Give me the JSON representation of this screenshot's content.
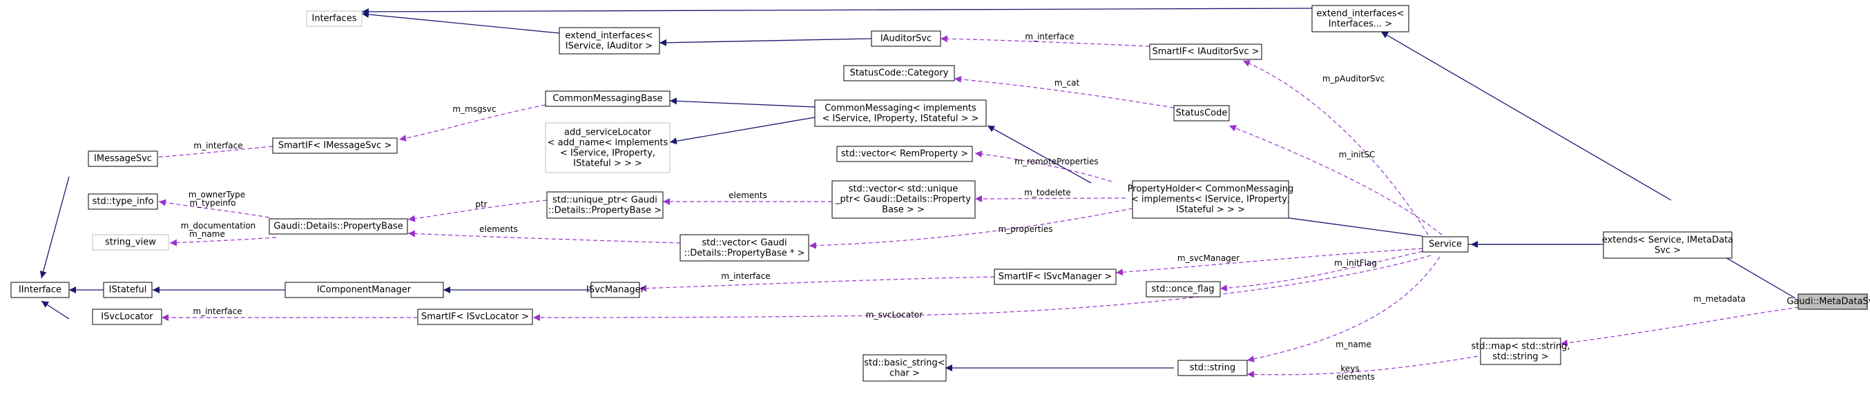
{
  "nodes": {
    "interfaces": "Interfaces",
    "extend_if_svc_aud": [
      "extend_interfaces<",
      "IService, IAuditor >"
    ],
    "iauditorsvc": "IAuditorSvc",
    "extend_if_variadic": [
      "extend_interfaces<",
      "Interfaces... >"
    ],
    "smartif_auditor": "SmartIF< IAuditorSvc >",
    "statuscode_category": "StatusCode::Category",
    "common_messaging_base": "CommonMessagingBase",
    "common_messaging": [
      "CommonMessaging< implements",
      "< IService, IProperty, IStateful > >"
    ],
    "statuscode": "StatusCode",
    "add_servicelocator": [
      "add_serviceLocator",
      "< add_name< implements",
      "< IService, IProperty,",
      "IStateful > > >"
    ],
    "imessagesvc": "IMessageSvc",
    "smartif_message": "SmartIF< IMessageSvc >",
    "vector_remprop": "std::vector< RemProperty >",
    "type_info": "std::type_info",
    "unique_ptr": [
      "std::unique_ptr< Gaudi",
      "::Details::PropertyBase >"
    ],
    "vector_unique": [
      "std::vector< std::unique",
      "_ptr< Gaudi::Details::Property",
      "Base > >"
    ],
    "property_holder": [
      "PropertyHolder< CommonMessaging",
      "< implements< IService, IProperty,",
      "IStateful > > >"
    ],
    "property_base": "Gaudi::Details::PropertyBase",
    "string_view": "string_view",
    "vector_propbase": [
      "std::vector< Gaudi",
      "::Details::PropertyBase * >"
    ],
    "service": "Service",
    "extends": [
      "extends< Service, IMetaData",
      "Svc >"
    ],
    "iinterface": "IInterface",
    "istateful": "IStateful",
    "icomponentmanager": "IComponentManager",
    "isvcmanager": "ISvcManager",
    "smartif_svcmanager": "SmartIF< ISvcManager >",
    "once_flag": "std::once_flag",
    "metadatasvc": "Gaudi::MetaDataSvc",
    "isvclocator": "ISvcLocator",
    "smartif_svclocator": "SmartIF< ISvcLocator >",
    "map": [
      "std::map< std::string,",
      "std::string >"
    ],
    "basic_string": [
      "std::basic_string<",
      "char >"
    ],
    "string": "std::string"
  },
  "edge_labels": {
    "m_interface_auditor": "m_interface",
    "m_pAuditorSvc": "m_pAuditorSvc",
    "m_cat": "m_cat",
    "m_msgsvc": "m_msgsvc",
    "m_interface_message": "m_interface",
    "m_initSC": "m_initSC",
    "m_remoteProperties": "m_remoteProperties",
    "m_ownerType": "m_ownerType",
    "m_typeinfo": "m_typeinfo",
    "ptr": "ptr",
    "elements_unique": "elements",
    "m_todelete": "m_todelete",
    "m_documentation": "m_documentation",
    "m_name_pb": "m_name",
    "elements_pb": "elements",
    "m_properties": "m_properties",
    "m_svcManager": "m_svcManager",
    "m_initFlag": "m_initFlag",
    "m_interface_svcmanager": "m_interface",
    "m_metadata": "m_metadata",
    "m_interface_svclocator": "m_interface",
    "m_svcLocator": "m_svcLocator",
    "m_name_service": "m_name",
    "keys": "keys",
    "elements_map": "elements"
  },
  "colors": {
    "inheritance": "#191970",
    "usage": "#9a32cd",
    "focus_fill": "#bfbfbf",
    "grey_border": "#bfbfbf"
  }
}
